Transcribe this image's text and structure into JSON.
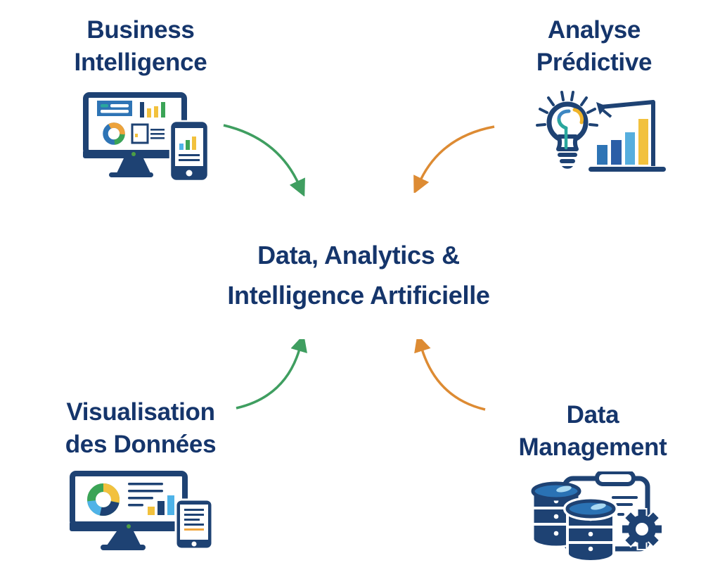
{
  "center_title": {
    "line1": "Data, Analytics &",
    "line2": "Intelligence Artificielle"
  },
  "nodes": {
    "business_intelligence": {
      "line1": "Business",
      "line2": "Intelligence",
      "icon": "bi-dashboard-monitor-phone"
    },
    "analyse_predictive": {
      "line1": "Analyse",
      "line2": "Prédictive",
      "icon": "lightbulb-growth-chart"
    },
    "visualisation_donnees": {
      "line1": "Visualisation",
      "line2": "des Données",
      "icon": "donut-monitor-tablet"
    },
    "data_management": {
      "line1": "Data",
      "line2": "Management",
      "icon": "database-clipboard-gear"
    }
  },
  "palette": {
    "text_navy": "#15356b",
    "icon_navy": "#1e4273",
    "blue": "#2e74b5",
    "dark_blue": "#2b5ea7",
    "light_blue": "#4fb3e8",
    "pale_blue_highlight": "#a9d9f2",
    "db_blue": "#2a72b4",
    "teal": "#2aa79d",
    "green": "#3ba456",
    "arrow_green": "#3f9e60",
    "yellow": "#f2c13d",
    "orange_line": "#f0a53c",
    "arrow_orange": "#dd8b33",
    "power_dot_green": "#4d9e45"
  }
}
